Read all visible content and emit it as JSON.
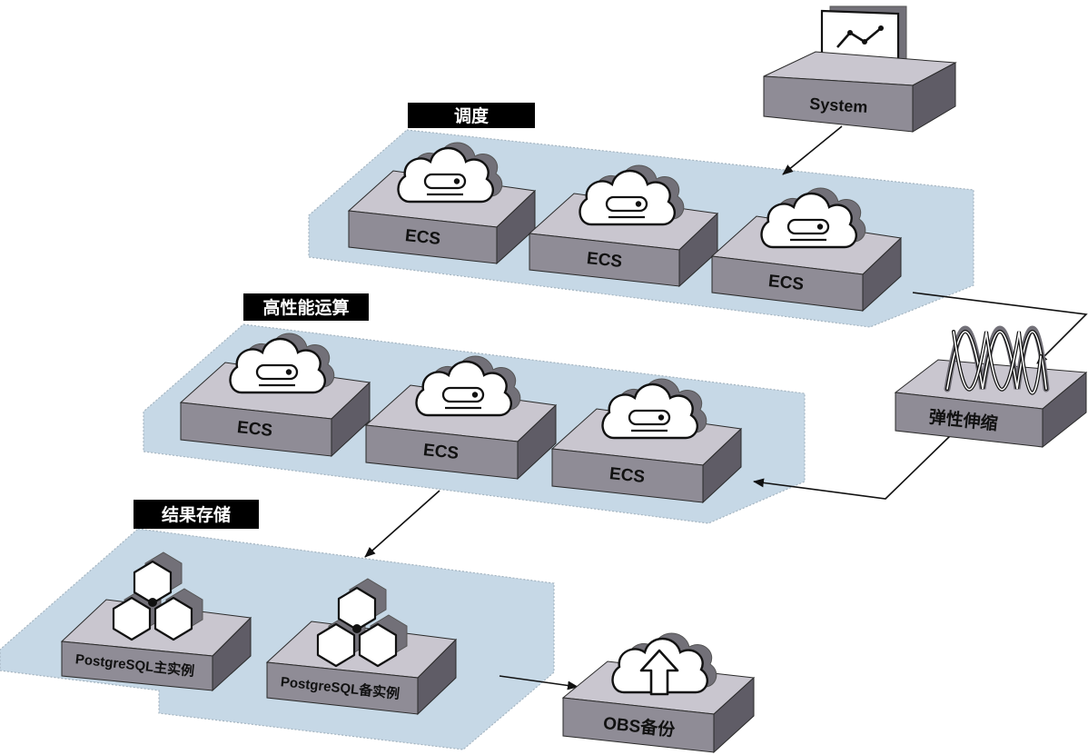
{
  "groups": {
    "scheduling": {
      "title": "调度"
    },
    "hpc": {
      "title": "高性能运算"
    },
    "storage": {
      "title": "结果存储"
    }
  },
  "nodes": {
    "system": {
      "label": "System",
      "icon": "monitor-chart-icon"
    },
    "ecs_a1": {
      "label": "ECS",
      "icon": "cloud-server-icon"
    },
    "ecs_a2": {
      "label": "ECS",
      "icon": "cloud-server-icon"
    },
    "ecs_a3": {
      "label": "ECS",
      "icon": "cloud-server-icon"
    },
    "ecs_b1": {
      "label": "ECS",
      "icon": "cloud-server-icon"
    },
    "ecs_b2": {
      "label": "ECS",
      "icon": "cloud-server-icon"
    },
    "ecs_b3": {
      "label": "ECS",
      "icon": "cloud-server-icon"
    },
    "autoscaling": {
      "label": "弹性伸缩",
      "icon": "elastic-wave-icon"
    },
    "pg_primary": {
      "label": "PostgreSQL主实例",
      "icon": "database-cluster-icon"
    },
    "pg_standby": {
      "label": "PostgreSQL备实例",
      "icon": "database-cluster-icon"
    },
    "obs_backup": {
      "label": "OBS备份",
      "icon": "cloud-upload-icon"
    }
  },
  "colors": {
    "zone_fill": "#c6d8e6",
    "block_top": "#c9c6cf",
    "block_front": "#8f8c96",
    "block_side": "#5f5c66",
    "icon_shadow": "#727078",
    "tag_bg": "#000000"
  }
}
